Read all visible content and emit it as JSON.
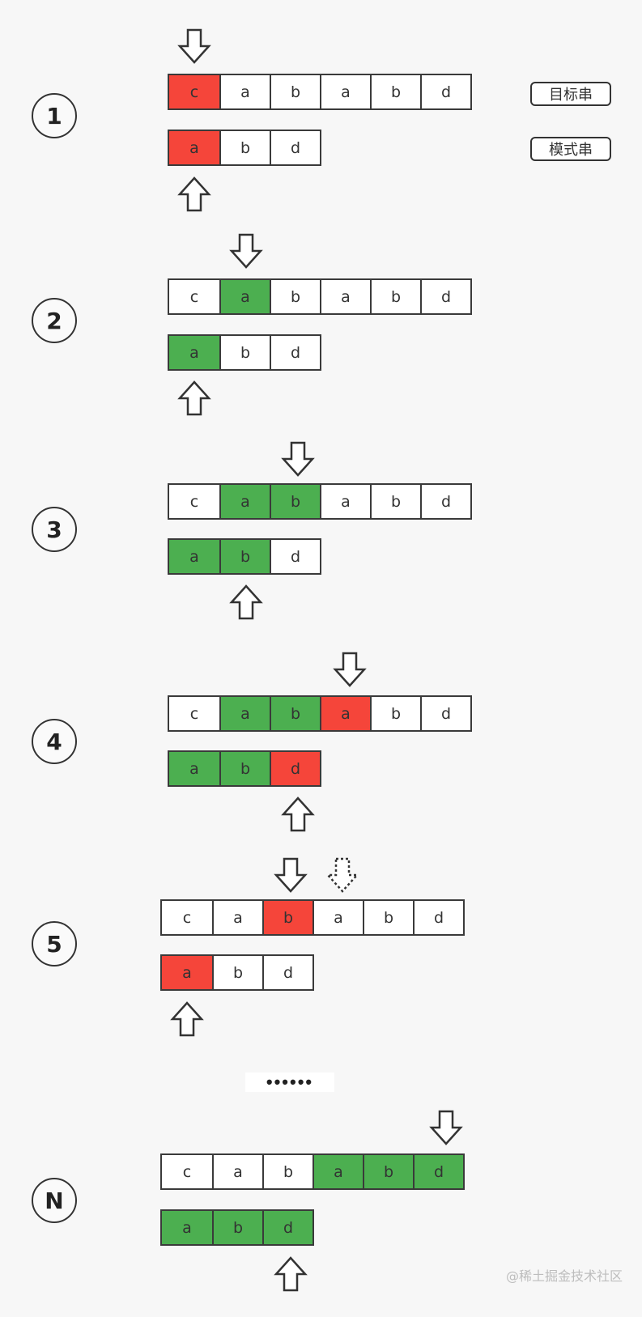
{
  "legend": {
    "target": "目标串",
    "pattern": "模式串"
  },
  "ellipsis": "••••••",
  "watermark": "@稀土掘金技术社区",
  "colors": {
    "mismatch": "#f5453a",
    "match": "#4caf50",
    "empty": "#ffffff",
    "border": "#3a3a3a"
  },
  "steps": [
    {
      "label": "1",
      "target": [
        {
          "ch": "c",
          "state": "mismatch"
        },
        {
          "ch": "a",
          "state": "none"
        },
        {
          "ch": "b",
          "state": "none"
        },
        {
          "ch": "a",
          "state": "none"
        },
        {
          "ch": "b",
          "state": "none"
        },
        {
          "ch": "d",
          "state": "none"
        }
      ],
      "pattern_offset": 0,
      "pattern": [
        {
          "ch": "a",
          "state": "mismatch"
        },
        {
          "ch": "b",
          "state": "none"
        },
        {
          "ch": "d",
          "state": "none"
        }
      ],
      "target_pointer": 0,
      "pattern_pointer": 0,
      "ghost_pointer": null
    },
    {
      "label": "2",
      "target": [
        {
          "ch": "c",
          "state": "none"
        },
        {
          "ch": "a",
          "state": "match"
        },
        {
          "ch": "b",
          "state": "none"
        },
        {
          "ch": "a",
          "state": "none"
        },
        {
          "ch": "b",
          "state": "none"
        },
        {
          "ch": "d",
          "state": "none"
        }
      ],
      "pattern_offset": 0,
      "pattern": [
        {
          "ch": "a",
          "state": "match"
        },
        {
          "ch": "b",
          "state": "none"
        },
        {
          "ch": "d",
          "state": "none"
        }
      ],
      "target_pointer": 1,
      "pattern_pointer": 0,
      "ghost_pointer": null
    },
    {
      "label": "3",
      "target": [
        {
          "ch": "c",
          "state": "none"
        },
        {
          "ch": "a",
          "state": "match"
        },
        {
          "ch": "b",
          "state": "match"
        },
        {
          "ch": "a",
          "state": "none"
        },
        {
          "ch": "b",
          "state": "none"
        },
        {
          "ch": "d",
          "state": "none"
        }
      ],
      "pattern_offset": 0,
      "pattern": [
        {
          "ch": "a",
          "state": "match"
        },
        {
          "ch": "b",
          "state": "match"
        },
        {
          "ch": "d",
          "state": "none"
        }
      ],
      "target_pointer": 2,
      "pattern_pointer": 1,
      "ghost_pointer": null
    },
    {
      "label": "4",
      "target": [
        {
          "ch": "c",
          "state": "none"
        },
        {
          "ch": "a",
          "state": "match"
        },
        {
          "ch": "b",
          "state": "match"
        },
        {
          "ch": "a",
          "state": "mismatch"
        },
        {
          "ch": "b",
          "state": "none"
        },
        {
          "ch": "d",
          "state": "none"
        }
      ],
      "pattern_offset": 0,
      "pattern": [
        {
          "ch": "a",
          "state": "match"
        },
        {
          "ch": "b",
          "state": "match"
        },
        {
          "ch": "d",
          "state": "mismatch"
        }
      ],
      "target_pointer": 3,
      "pattern_pointer": 2,
      "ghost_pointer": null
    },
    {
      "label": "5",
      "target": [
        {
          "ch": "c",
          "state": "none"
        },
        {
          "ch": "a",
          "state": "none"
        },
        {
          "ch": "b",
          "state": "mismatch"
        },
        {
          "ch": "a",
          "state": "none"
        },
        {
          "ch": "b",
          "state": "none"
        },
        {
          "ch": "d",
          "state": "none"
        }
      ],
      "pattern_offset": 0,
      "pattern": [
        {
          "ch": "a",
          "state": "mismatch"
        },
        {
          "ch": "b",
          "state": "none"
        },
        {
          "ch": "d",
          "state": "none"
        }
      ],
      "target_pointer": 2,
      "pattern_pointer": 0,
      "ghost_pointer": 3
    },
    {
      "label": "N",
      "target": [
        {
          "ch": "c",
          "state": "none"
        },
        {
          "ch": "a",
          "state": "none"
        },
        {
          "ch": "b",
          "state": "none"
        },
        {
          "ch": "a",
          "state": "match"
        },
        {
          "ch": "b",
          "state": "match"
        },
        {
          "ch": "d",
          "state": "match"
        }
      ],
      "pattern_offset": 0,
      "pattern": [
        {
          "ch": "a",
          "state": "match"
        },
        {
          "ch": "b",
          "state": "match"
        },
        {
          "ch": "d",
          "state": "match"
        }
      ],
      "target_pointer": 5,
      "pattern_pointer": 2,
      "ghost_pointer": null
    }
  ]
}
